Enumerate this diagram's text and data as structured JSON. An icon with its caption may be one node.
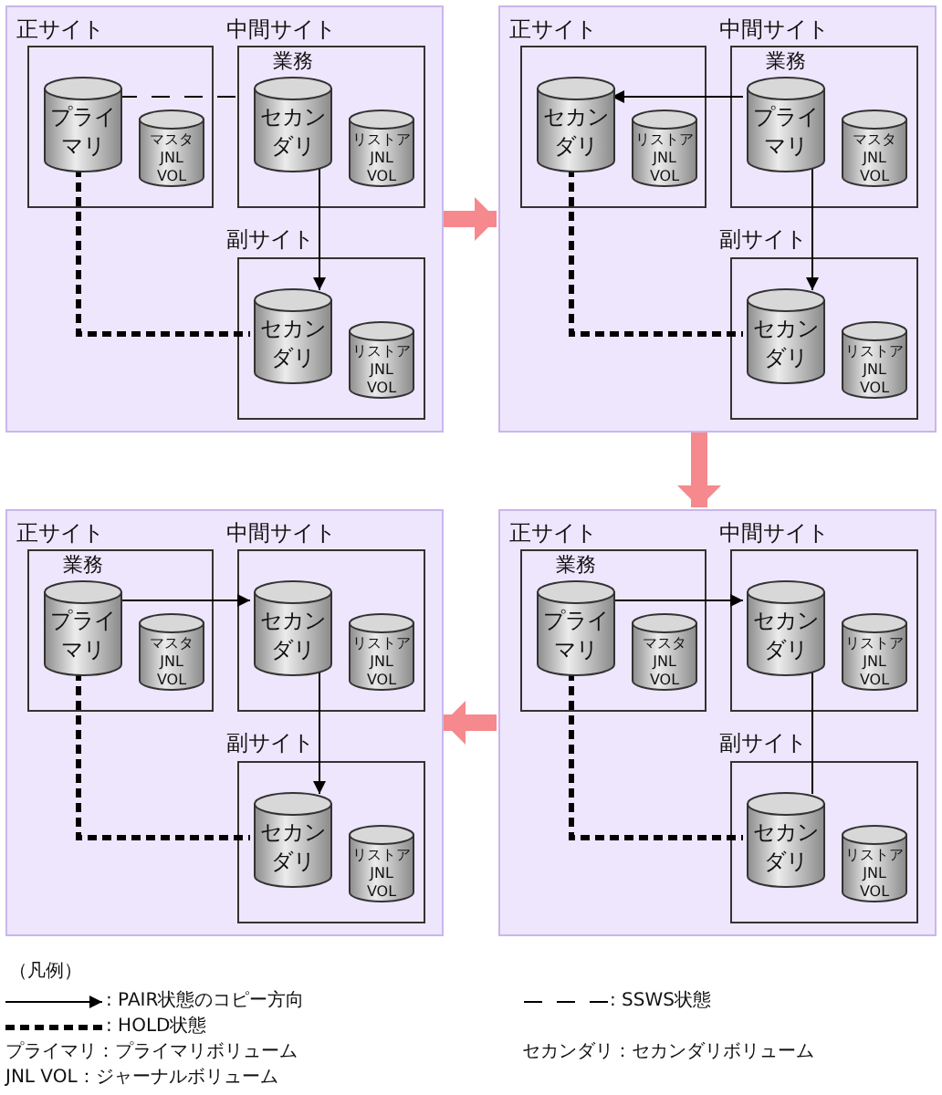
{
  "diagram": {
    "nodes": [
      {
        "text": [],
        "shape": "box"
      },
      {
        "text": [
          "正サイト"
        ],
        "in": 0
      },
      {
        "text": [
          "プライマリ"
        ],
        "in": 1
      },
      {
        "text": [
          "マスタ JNL VOL"
        ],
        "in": 1
      },
      {
        "text": [
          "中間サイト"
        ],
        "in": 0
      },
      {
        "text": [
          "セカンダリ"
        ],
        "in": 4,
        "beside": [
          "業務"
        ]
      },
      {
        "text": [
          "リストア JNL VOL"
        ],
        "in": 4
      },
      {
        "text": [
          "副サイト"
        ],
        "in": 0
      },
      {
        "text": [
          "セカンダリ"
        ],
        "in": 7
      },
      {
        "text": [
          "リストア JNL VOL"
        ],
        "in": 7
      },
      {
        "text": [],
        "shape": "box"
      },
      {
        "text": [
          "正サイト"
        ],
        "in": 10
      },
      {
        "text": [
          "セカンダリ"
        ],
        "in": 11
      },
      {
        "text": [
          "リストア JNL VOL"
        ],
        "in": 11
      },
      {
        "text": [
          "中間サイト"
        ],
        "in": 10
      },
      {
        "text": [
          "プライマリ"
        ],
        "in": 14,
        "beside": [
          "業務"
        ]
      },
      {
        "text": [
          "マスタ JNL VOL"
        ],
        "in": 14
      },
      {
        "text": [
          "副サイト"
        ],
        "in": 10
      },
      {
        "text": [
          "セカンダリ"
        ],
        "in": 17
      },
      {
        "text": [
          "リストア JNL VOL"
        ],
        "in": 17
      },
      {
        "text": [],
        "shape": "box"
      },
      {
        "text": [
          "正サイト"
        ],
        "in": 20
      },
      {
        "text": [
          "プライマリ"
        ],
        "in": 21,
        "beside": [
          "業務"
        ]
      },
      {
        "text": [
          "マスタ JNL VOL"
        ],
        "in": 21
      },
      {
        "text": [
          "中間サイト"
        ],
        "in": 20
      },
      {
        "text": [
          "セカンダリ"
        ],
        "in": 24
      },
      {
        "text": [
          "リストア JNL VOL"
        ],
        "in": 24
      },
      {
        "text": [
          "副サイト"
        ],
        "in": 20
      },
      {
        "text": [
          "セカンダリ"
        ],
        "in": 27
      },
      {
        "text": [
          "リストア JNL VOL"
        ],
        "in": 27
      },
      {
        "text": [],
        "shape": "box"
      },
      {
        "text": [
          "正サイト"
        ],
        "in": 30
      },
      {
        "text": [
          "プライマリ"
        ],
        "in": 31,
        "beside": [
          "業務"
        ]
      },
      {
        "text": [
          "マスタ JNL VOL"
        ],
        "in": 31
      },
      {
        "text": [
          "中間サイト"
        ],
        "in": 30
      },
      {
        "text": [
          "セカンダリ"
        ],
        "in": 34
      },
      {
        "text": [
          "リストア JNL VOL"
        ],
        "in": 34
      },
      {
        "text": [
          "副サイト"
        ],
        "in": 30
      },
      {
        "text": [
          "セカンダリ"
        ],
        "in": 37
      },
      {
        "text": [
          "リストア JNL VOL"
        ],
        "in": 37
      }
    ],
    "edges": [
      {
        "from": 2,
        "to": 5,
        "arrow": "none",
        "style": "dashed"
      },
      {
        "from": 5,
        "to": 8,
        "arrow": "to"
      },
      {
        "from": 2,
        "to": 8,
        "arrow": "none",
        "style": "dashed"
      },
      {
        "from": 15,
        "to": 12,
        "arrow": "to"
      },
      {
        "from": 15,
        "to": 18,
        "arrow": "to"
      },
      {
        "from": 12,
        "to": 18,
        "arrow": "none",
        "style": "dashed"
      },
      {
        "from": 22,
        "to": 25,
        "arrow": "to"
      },
      {
        "from": 25,
        "to": 28,
        "arrow": "to"
      },
      {
        "from": 22,
        "to": 28,
        "arrow": "none",
        "style": "dashed"
      },
      {
        "from": 32,
        "to": 35,
        "arrow": "to"
      },
      {
        "from": 35,
        "to": 38,
        "arrow": "none"
      },
      {
        "from": 32,
        "to": 38,
        "arrow": "none",
        "style": "dashed"
      },
      {
        "from": 0,
        "to": 10,
        "arrow": "to",
        "style": "thick",
        "color": "#f5898d"
      },
      {
        "from": 10,
        "to": 30,
        "arrow": "to",
        "style": "thick",
        "color": "#f5898d"
      },
      {
        "from": 30,
        "to": 20,
        "arrow": "to",
        "style": "thick",
        "color": "#f5898d"
      }
    ],
    "labels": [
      "（凡例）",
      "プライマリ：プライマリボリューム",
      "セカンダリ：セカンダリボリューム",
      "JNL VOL：ジャーナルボリューム"
    ],
    "legend": [
      {
        "text": ": PAIR状態のコピー方向"
      },
      {
        "text": ": HOLD状態"
      },
      {
        "text": ": SSWS状態"
      }
    ]
  }
}
